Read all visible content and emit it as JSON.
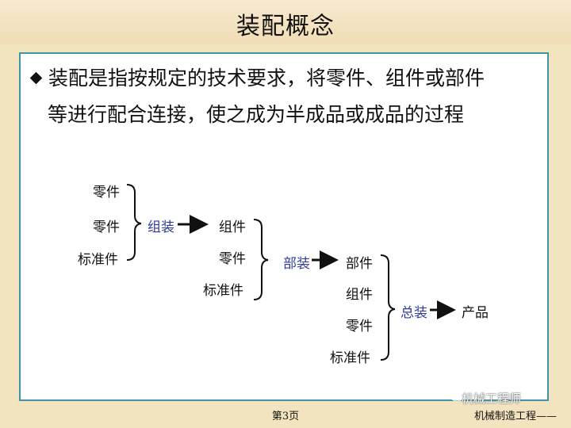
{
  "title": "装配概念",
  "definition": {
    "line1": "装配是指按规定的技术要求，将零件、组件或部件",
    "line2": "等进行配合连接，使之成为半成品或成品的过程"
  },
  "diagram": {
    "stage1": {
      "inputs": [
        "零件",
        "零件",
        "标准件"
      ],
      "operation": "组装",
      "output": "组件"
    },
    "stage2": {
      "inputs": [
        "组件",
        "零件",
        "标准件"
      ],
      "operation": "部装",
      "output": "部件"
    },
    "stage3": {
      "inputs": [
        "部件",
        "组件",
        "零件",
        "标准件"
      ],
      "operation": "总装",
      "output": "产品"
    }
  },
  "footer": {
    "page": "第3页",
    "brand": "机械制造工程——"
  },
  "watermark": {
    "text": "机械工程师"
  },
  "colors": {
    "background": "#f3e4c0",
    "border": "#3f95a7",
    "operation_text": "#2f3b9a"
  }
}
